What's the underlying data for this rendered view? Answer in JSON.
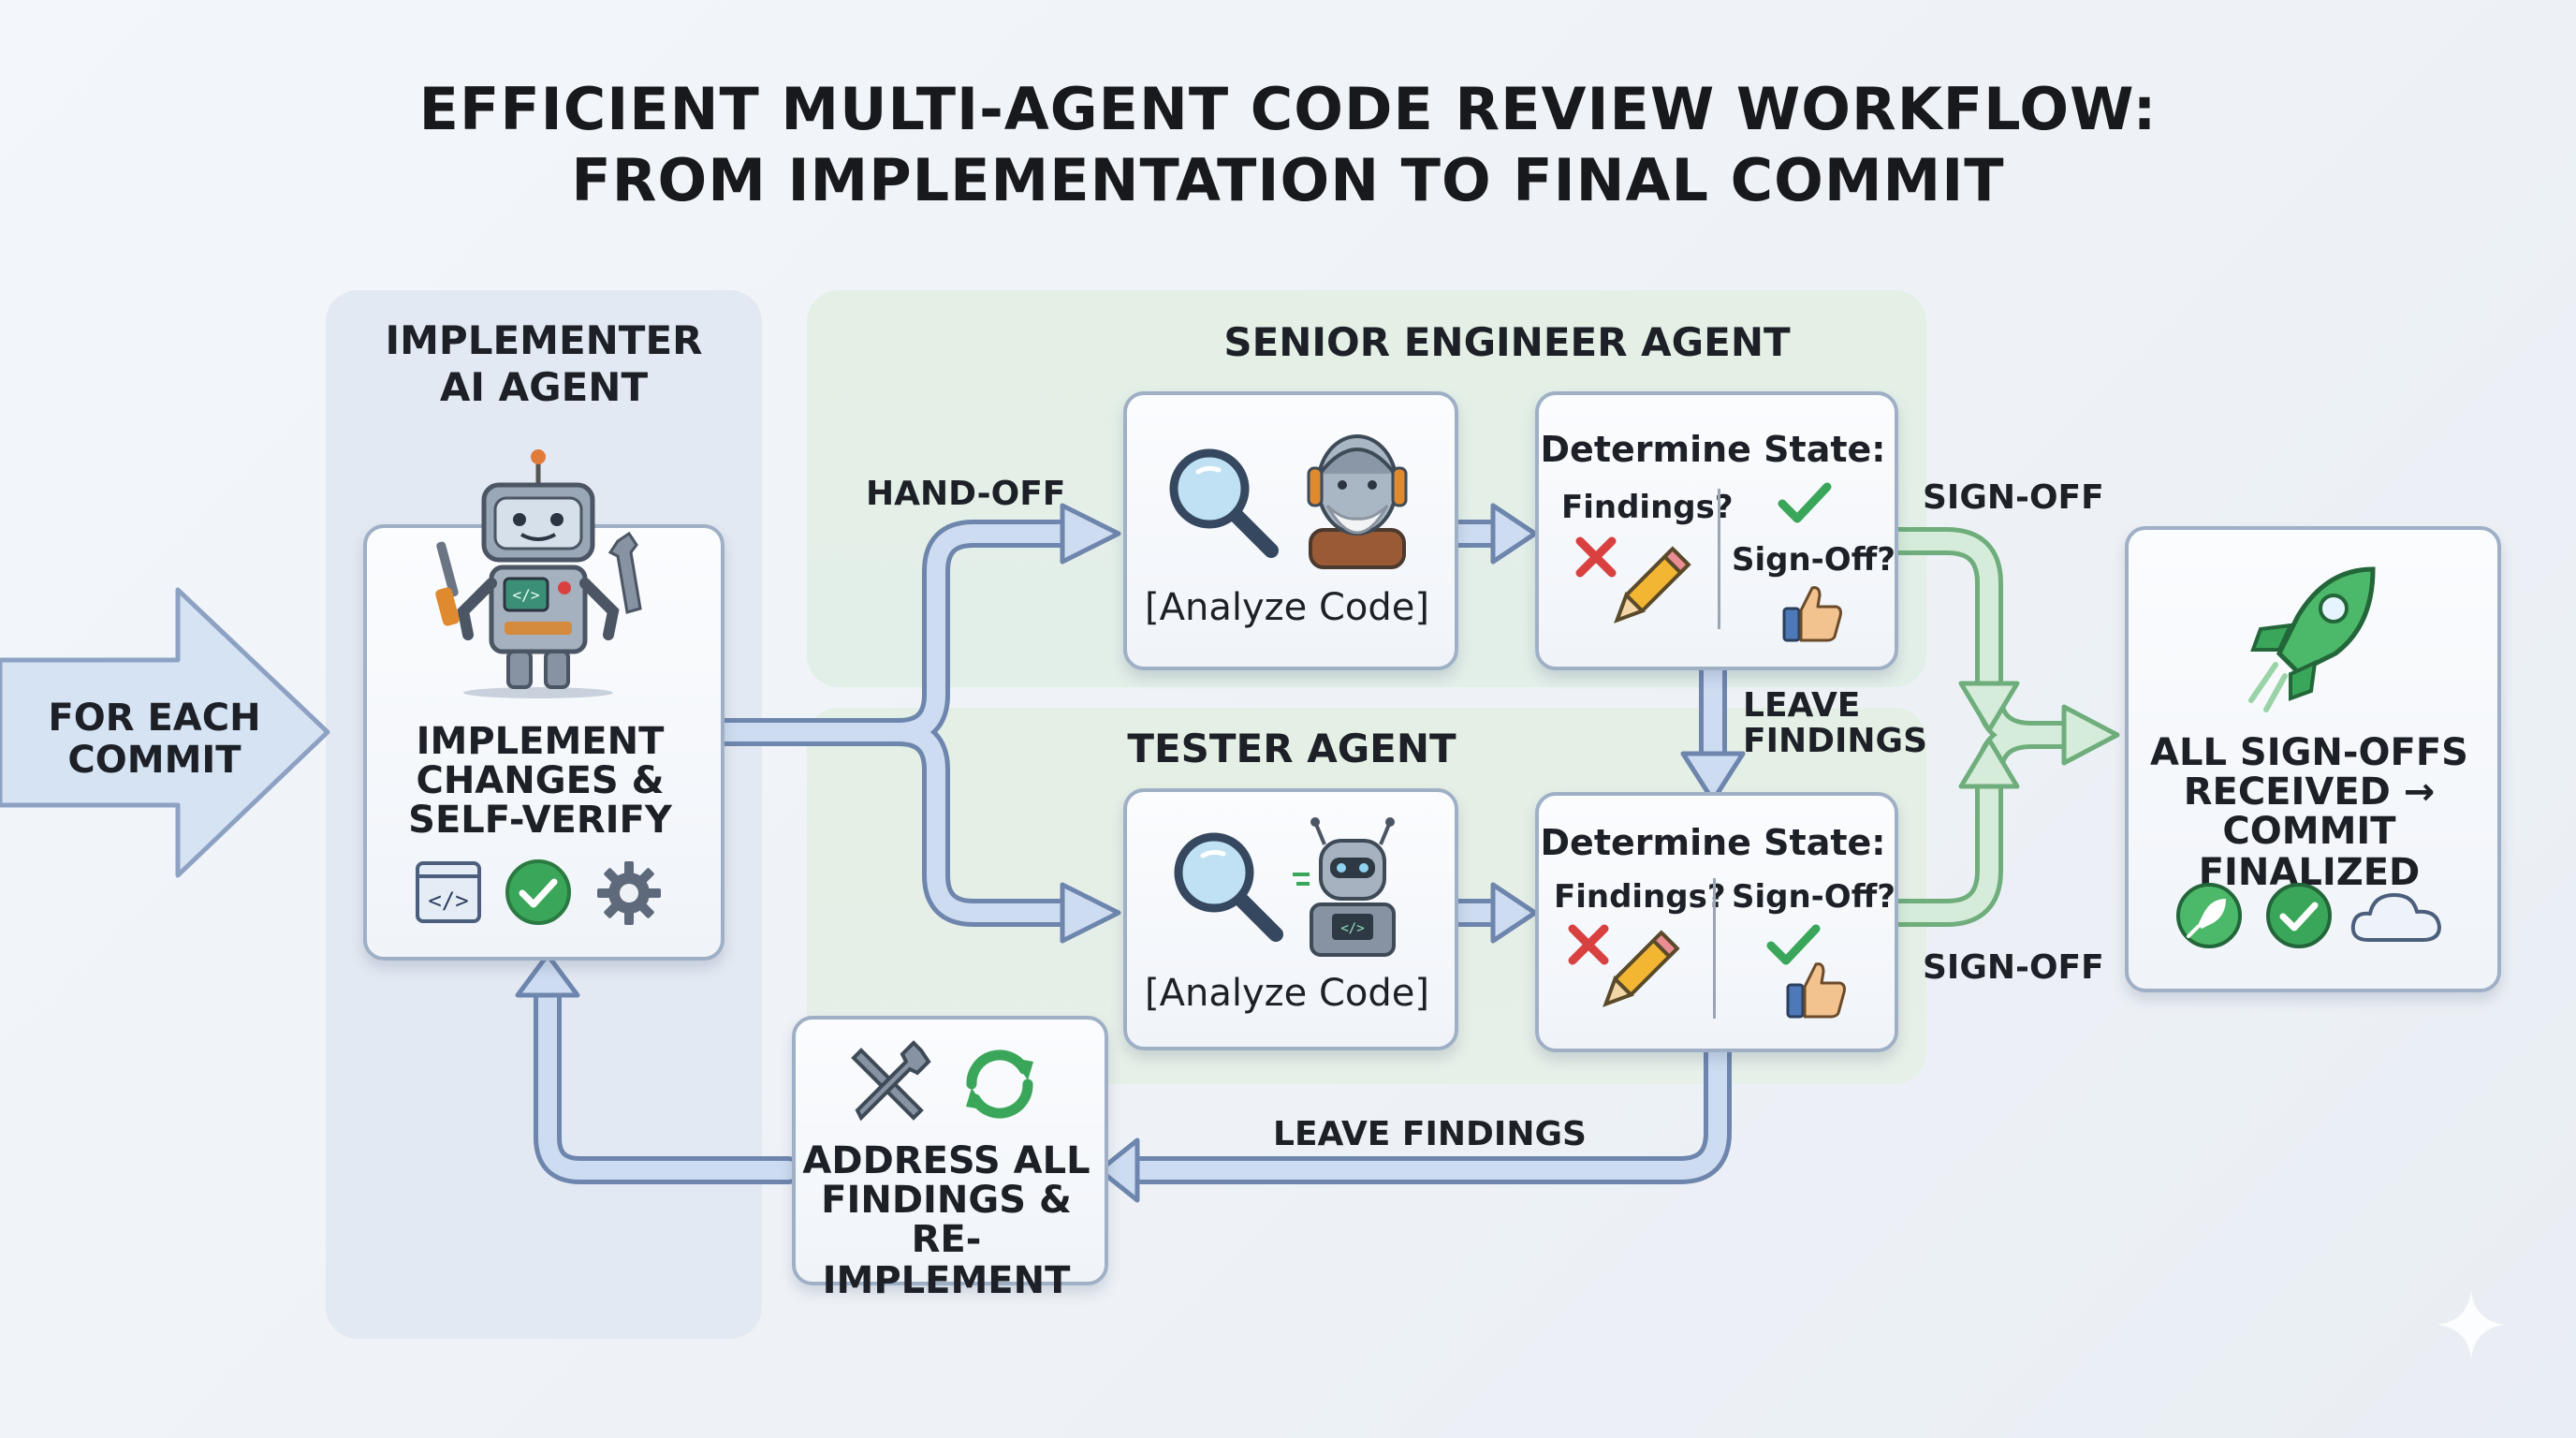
{
  "title": {
    "line1": "EFFICIENT MULTI-AGENT CODE REVIEW WORKFLOW:",
    "line2": "FROM IMPLEMENTATION TO FINAL COMMIT"
  },
  "entry": {
    "line1": "FOR EACH",
    "line2": "COMMIT"
  },
  "implementer": {
    "lane_line1": "IMPLEMENTER",
    "lane_line2": "AI AGENT",
    "card_line1": "IMPLEMENT",
    "card_line2": "CHANGES &",
    "card_line3": "SELF-VERIFY",
    "icons": [
      "robot-icon",
      "code-icon",
      "check-icon",
      "gear-icon"
    ]
  },
  "senior": {
    "lane_label": "SENIOR ENGINEER AGENT",
    "analyze_label": "[Analyze Code]",
    "state_title": "Determine State:",
    "findings_label": "Findings?",
    "signoff_label": "Sign-Off?"
  },
  "tester": {
    "lane_label": "TESTER AGENT",
    "analyze_label": "[Analyze Code]",
    "state_title": "Determine State:",
    "findings_label": "Findings?",
    "signoff_label": "Sign-Off?"
  },
  "address": {
    "line1": "ADDRESS ALL",
    "line2": "FINDINGS &",
    "line3": "RE-IMPLEMENT"
  },
  "final": {
    "line1": "ALL SIGN-OFFS",
    "line2": "RECEIVED →",
    "line3": "COMMIT FINALIZED",
    "icons": [
      "rocket-icon",
      "check-icon",
      "cloud-icon"
    ]
  },
  "flow_labels": {
    "handoff": "HAND-OFF",
    "signoff_top": "SIGN-OFF",
    "signoff_bottom": "SIGN-OFF",
    "leave_findings_mid_line1": "LEAVE",
    "leave_findings_mid_line2": "FINDINGS",
    "leave_findings_bottom": "LEAVE FINDINGS"
  },
  "colors": {
    "blue_arrow_fill": "#c9d8ec",
    "blue_arrow_stroke": "#6e86ad",
    "green_arrow_fill": "#d4ebd8",
    "green_arrow_stroke": "#6fae7c",
    "check_green": "#3aa65a",
    "cross_red": "#d94141"
  }
}
